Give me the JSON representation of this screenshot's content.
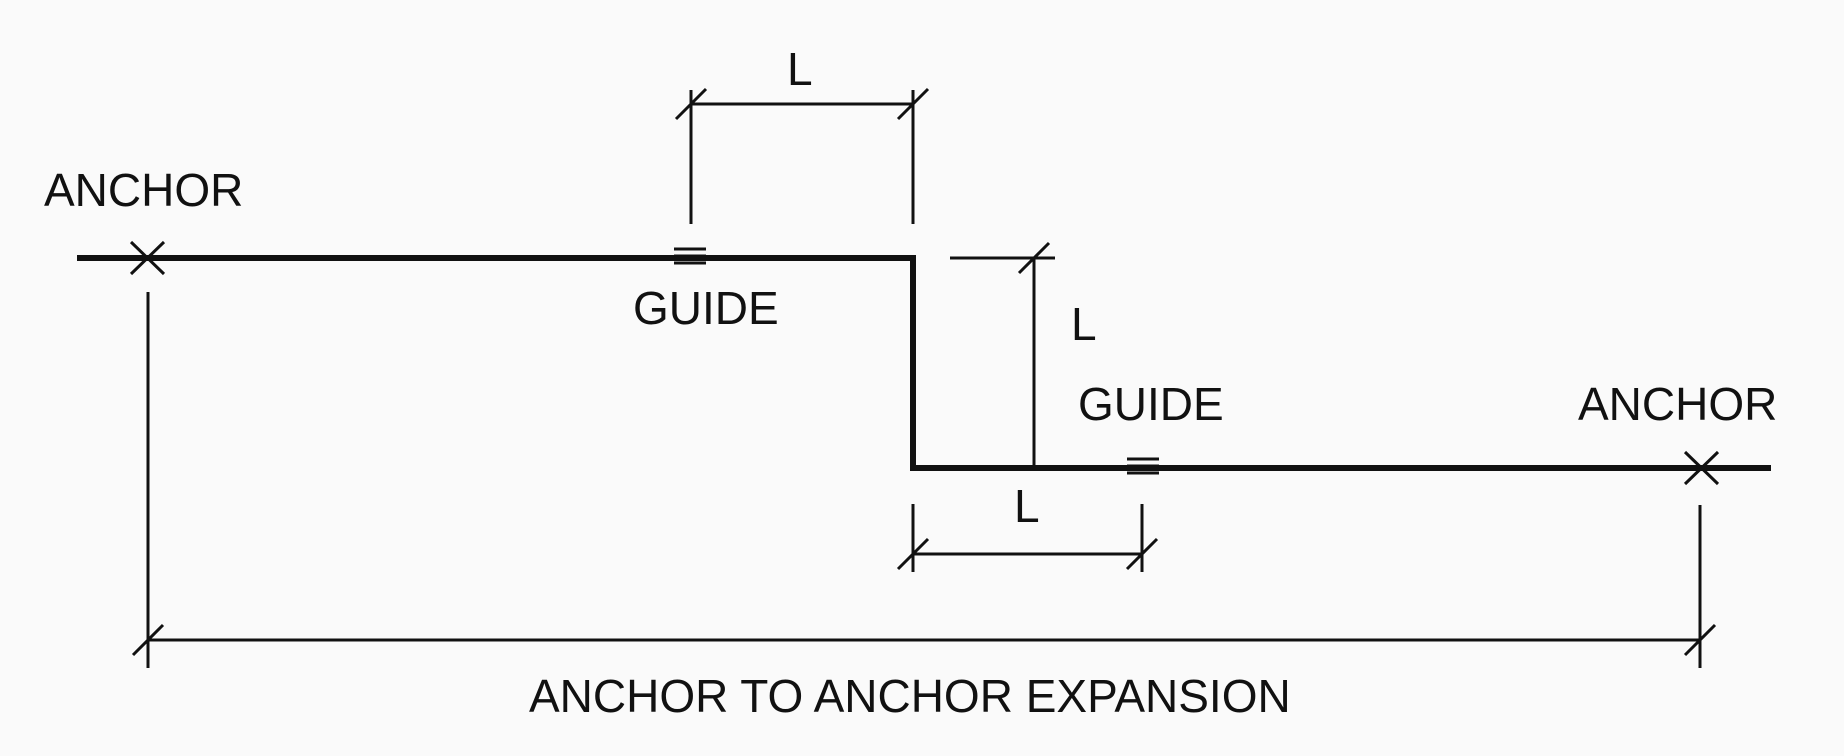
{
  "labels": {
    "anchor_left": "ANCHOR",
    "anchor_right": "ANCHOR",
    "guide_upper": "GUIDE",
    "guide_lower": "GUIDE",
    "dim_top": "L",
    "dim_vertical": "L",
    "dim_bottom": "L",
    "caption": "ANCHOR TO ANCHOR EXPANSION"
  },
  "colors": {
    "line": "#111111",
    "background": "#fafafa"
  }
}
